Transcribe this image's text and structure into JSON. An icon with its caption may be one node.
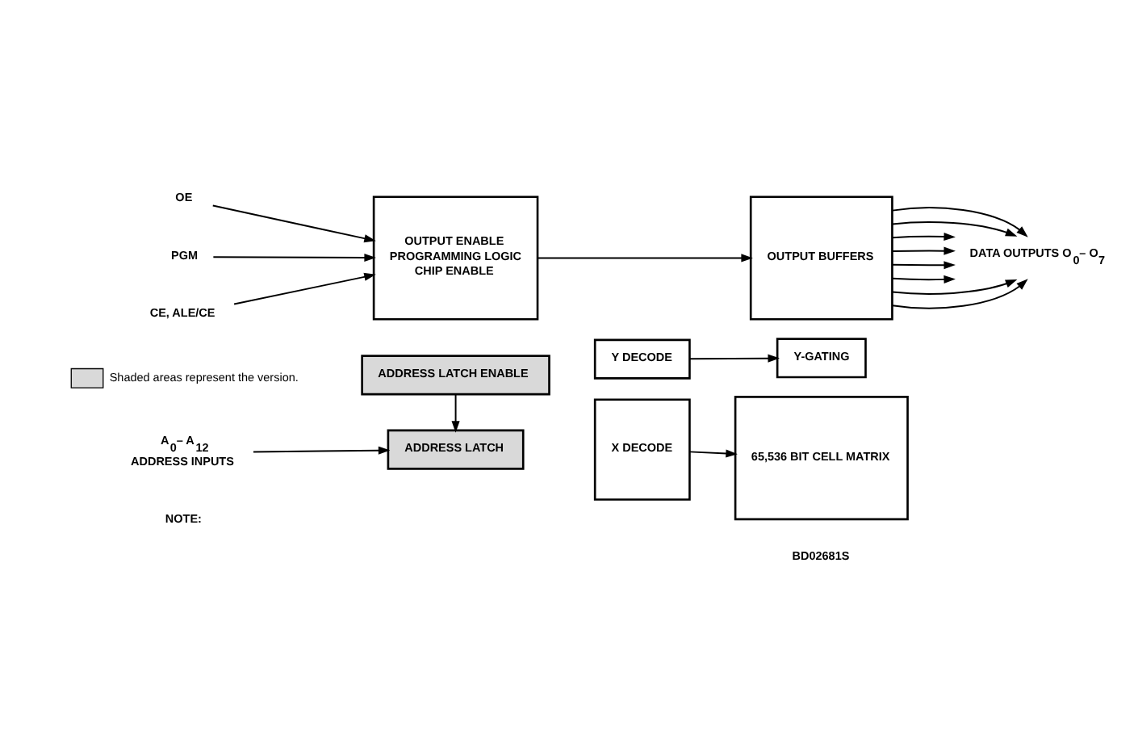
{
  "diagram": {
    "nodes": [
      {
        "text": [
          "OE"
        ]
      },
      {
        "text": [
          "PGM"
        ]
      },
      {
        "text": [
          "CE, ALE/CE"
        ]
      },
      {
        "text": [
          "OUTPUT ENABLE",
          "PROGRAMMING LOGIC",
          "CHIP ENABLE"
        ]
      },
      {
        "text": [
          "ADDRESS LATCH ENABLE"
        ]
      },
      {
        "text": [
          "Y DECODE"
        ]
      },
      {
        "text": [
          "ADDRESS LATCH"
        ]
      },
      {
        "text": [
          "X DECODE"
        ]
      },
      {
        "text": [
          "A$_{0}$– A$_{12}$ ADDRESS INPUTS"
        ]
      },
      {
        "text": [
          "OUTPUT BUFFERS"
        ]
      },
      {
        "text": [
          "Y-GATING"
        ]
      },
      {
        "text": [
          "65,536 BIT CELL MATRIX"
        ]
      },
      {
        "text": [
          "DATA OUTPUTS O$_{0}$– O$_{7}$"
        ]
      }
    ],
    "edges": [
      {
        "from": 0,
        "to": 3,
        "arrow": "to"
      },
      {
        "from": 1,
        "to": 3,
        "arrow": "to"
      },
      {
        "from": 2,
        "to": 3,
        "arrow": "to"
      },
      {
        "from": 3,
        "to": 9,
        "arrow": "to"
      },
      {
        "from": 4,
        "to": 6,
        "arrow": "to"
      },
      {
        "from": 8,
        "to": 6,
        "arrow": "to"
      },
      {
        "from": 5,
        "to": 10,
        "arrow": "to"
      },
      {
        "from": 7,
        "to": 11,
        "arrow": "to"
      },
      {
        "from": 9,
        "to": 12,
        "arrow": "to"
      },
      {
        "from": 9,
        "to": 12,
        "arrow": "to"
      },
      {
        "from": 9,
        "to": 12,
        "arrow": "to"
      },
      {
        "from": 9,
        "to": 12,
        "arrow": "to"
      },
      {
        "from": 9,
        "to": 12,
        "arrow": "to"
      },
      {
        "from": 9,
        "to": 12,
        "arrow": "to"
      },
      {
        "from": 9,
        "to": 12,
        "arrow": "to"
      },
      {
        "from": 9,
        "to": 12,
        "arrow": "to"
      }
    ],
    "labels": [
      "BD02681S",
      "NOTE:"
    ],
    "legend": [
      {
        "text": "Shaded areas represent the version."
      }
    ]
  }
}
